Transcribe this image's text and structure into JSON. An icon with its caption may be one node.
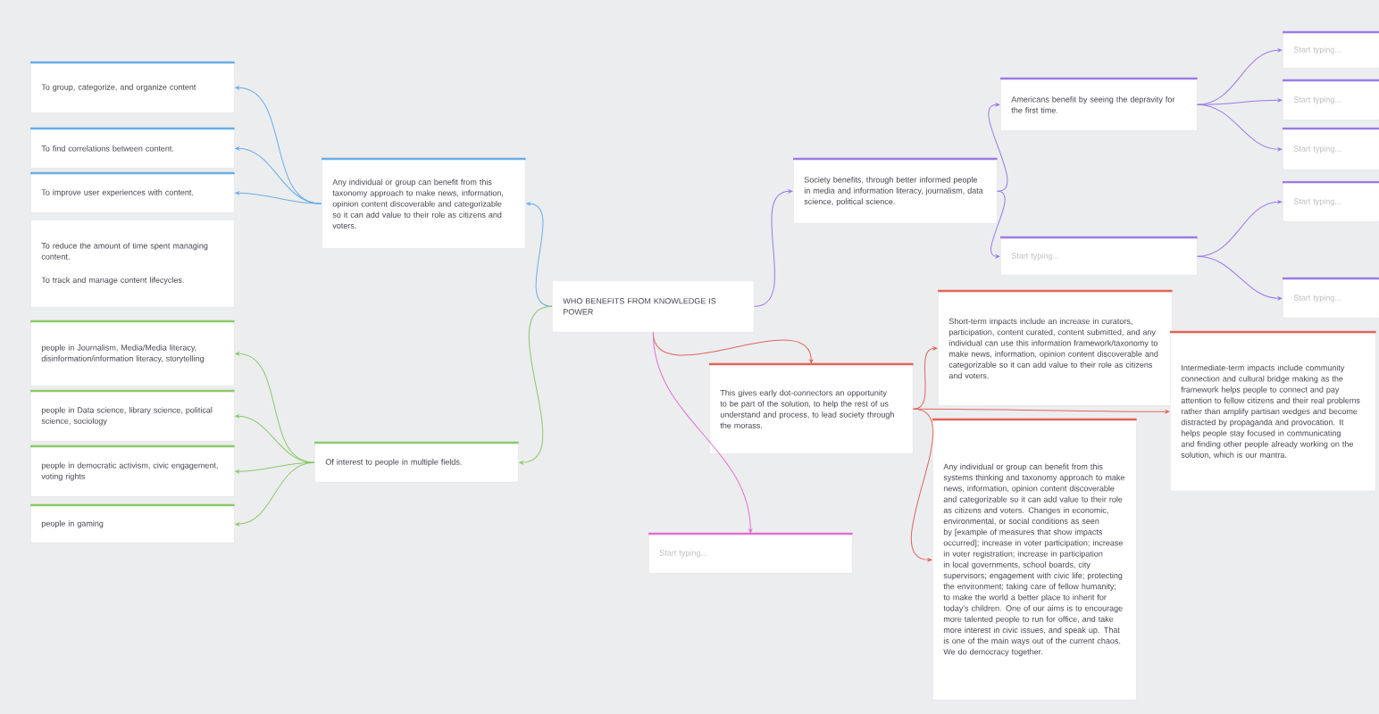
{
  "diagram": {
    "nodes": [
      {
        "text": [
          "WHO BENEFITS FROM KNOWLEDGE IS POWER"
        ]
      },
      {
        "text": [
          "Any individual or group can benefit from this taxonomy approach to make news, information, opinion content discoverable and categorizable so it can add value to their role as citizens and voters."
        ]
      },
      {
        "text": [
          "To group, categorize, and organize content"
        ]
      },
      {
        "text": [
          "To find correlations between content."
        ]
      },
      {
        "text": [
          "To improve user experiences with content."
        ]
      },
      {
        "text": [
          "To reduce the amount of time spent managing content.",
          "To track and manage content lifecycles."
        ]
      },
      {
        "text": [
          "Of interest to people in multiple fields."
        ]
      },
      {
        "text": [
          "people in Journalism, Media/Media literacy, disinformation/information literacy, storytelling"
        ]
      },
      {
        "text": [
          "people in Data science, library science, political science, sociology"
        ]
      },
      {
        "text": [
          "people in democratic activism, civic engagement, voting rights"
        ]
      },
      {
        "text": [
          "people in gaming"
        ]
      },
      {
        "text": [
          "Society benefits, through better informed people in media and information literacy, journalism, data science, political science."
        ]
      },
      {
        "text": [
          "Americans benefit by seeing the depravity for the first time."
        ]
      },
      {
        "text": [
          "Start typing..."
        ]
      },
      {
        "text": [
          "Start typing..."
        ]
      },
      {
        "text": [
          "Start typing..."
        ]
      },
      {
        "text": [
          "Start typing..."
        ]
      },
      {
        "text": [
          "Start typing..."
        ]
      },
      {
        "text": [
          "Start typing..."
        ]
      },
      {
        "text": [
          "This gives early dot-connectors an opportunity to be part of the solution, to help the rest of us understand and process, to lead society through the morass."
        ]
      },
      {
        "text": [
          "Short-term impacts include an increase in curators, participation, content curated, content submitted, and any individual can use this information framework/taxonomy to make news, information, opinion content discoverable and categorizable so it can add value to their role as citizens and voters."
        ]
      },
      {
        "text": [
          "Intermediate-term impacts include community connection and cultural bridge making as the framework helps people to connect and pay attention to fellow citizens and their real problems rather than amplify partisan wedges and become distracted by propaganda and provocation. It helps people stay focused in communicating and finding other people already working on the solution, which is our mantra."
        ]
      },
      {
        "text": [
          "Any individual or group can benefit from this systems thinking and taxonomy approach to make news, information, opinion content discoverable and categorizable so it can add value to their role as citizens and voters. Changes in economic, environmental, or social conditions as seen by [example of measures that show impacts occurred]; increase in voter participation; increase in voter registration; increase in participation in local governments, school boards, city supervisors; engagement with civic life; protecting the environment; taking care of fellow humanity; to make the world a better place to inherit for today's children. One of our aims is to encourage more talented people to run for office, and take more interest in civic issues, and speak up. That is one of the main ways out of the current chaos. We do democracy together."
        ]
      },
      {
        "text": [
          "Start typing..."
        ]
      }
    ],
    "edges": [
      {
        "from": 0,
        "to": 1,
        "arrow": "to",
        "color": "#6aaee8"
      },
      {
        "from": 1,
        "to": 2,
        "arrow": "to",
        "color": "#6aaee8"
      },
      {
        "from": 1,
        "to": 3,
        "arrow": "to",
        "color": "#6aaee8"
      },
      {
        "from": 1,
        "to": 4,
        "arrow": "to",
        "color": "#6aaee8"
      },
      {
        "from": 0,
        "to": 6,
        "arrow": "to",
        "color": "#8cc96a"
      },
      {
        "from": 6,
        "to": 7,
        "arrow": "to",
        "color": "#8cc96a"
      },
      {
        "from": 6,
        "to": 8,
        "arrow": "to",
        "color": "#8cc96a"
      },
      {
        "from": 6,
        "to": 9,
        "arrow": "to",
        "color": "#8cc96a"
      },
      {
        "from": 6,
        "to": 10,
        "arrow": "to",
        "color": "#8cc96a"
      },
      {
        "from": 0,
        "to": 11,
        "arrow": "to"
      },
      {
        "from": 11,
        "to": 12,
        "arrow": "to"
      },
      {
        "from": 11,
        "to": 13,
        "arrow": "to"
      },
      {
        "from": 12,
        "to": 14,
        "arrow": "to"
      },
      {
        "from": 12,
        "to": 15,
        "arrow": "to"
      },
      {
        "from": 12,
        "to": 16,
        "arrow": "to"
      },
      {
        "from": 13,
        "to": 17,
        "arrow": "to"
      },
      {
        "from": 13,
        "to": 18,
        "arrow": "to"
      },
      {
        "from": 0,
        "to": 19,
        "arrow": "to",
        "color": "#e0655a"
      },
      {
        "from": 19,
        "to": 20,
        "arrow": "to",
        "color": "#e0655a"
      },
      {
        "from": 19,
        "to": 21,
        "arrow": "to",
        "color": "#e0655a"
      },
      {
        "from": 19,
        "to": 22,
        "arrow": "to",
        "color": "#e0655a"
      },
      {
        "from": 0,
        "to": 23,
        "arrow": "to",
        "color": "#e46fd0"
      }
    ]
  }
}
